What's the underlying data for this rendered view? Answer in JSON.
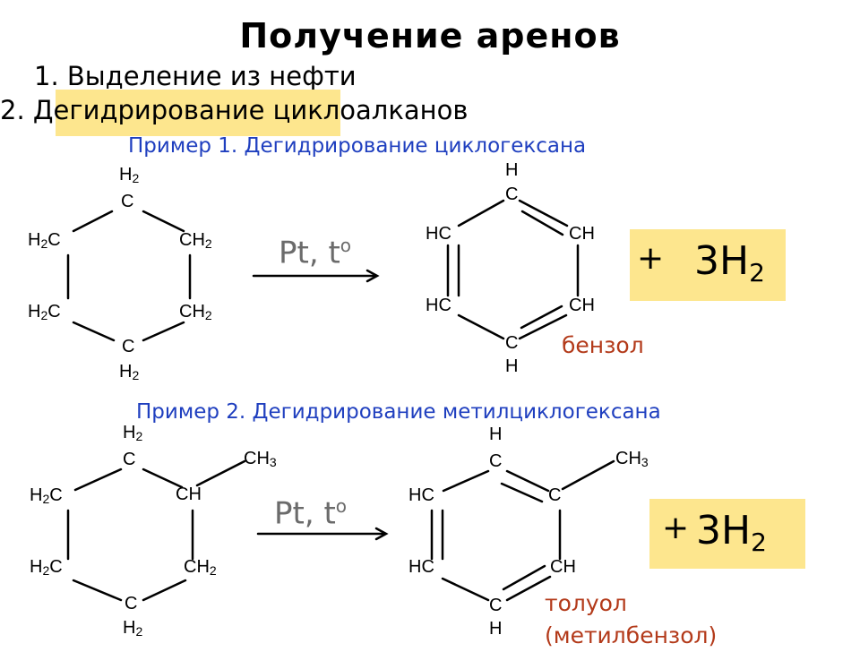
{
  "title": "Получение аренов",
  "items": [
    {
      "number": "1.",
      "text": "Выделение из нефти"
    },
    {
      "number": "2.",
      "text": "Дегидрирование циклоалканов"
    }
  ],
  "example1": {
    "heading": "Пример 1. Дегидрирование циклогексана",
    "condition": "Pt, t",
    "condition_sup": "o",
    "product_name": "бензол",
    "byproduct_prefix": "+",
    "byproduct": "3H",
    "byproduct_sub": "2"
  },
  "example2": {
    "heading": "Пример 2. Дегидрирование метилциклогексана",
    "condition": "Pt, t",
    "condition_sup": "o",
    "product_name": "толуол",
    "product_name_alt": "(метилбензол)",
    "byproduct_prefix": "+",
    "byproduct": "3H",
    "byproduct_sub": "2"
  },
  "atoms": {
    "H": "H",
    "C": "C",
    "HC": "HC",
    "CH": "CH",
    "CH3": "CH",
    "H2C": "H",
    "CH2": "CH",
    "sub2": "2",
    "sub3": "3",
    "C_suffix": "C"
  },
  "colors": {
    "highlight": "#fde68e",
    "example_text": "#1f3fbf",
    "product_text": "#b33a1a",
    "condition_text": "#6b6b6b"
  }
}
